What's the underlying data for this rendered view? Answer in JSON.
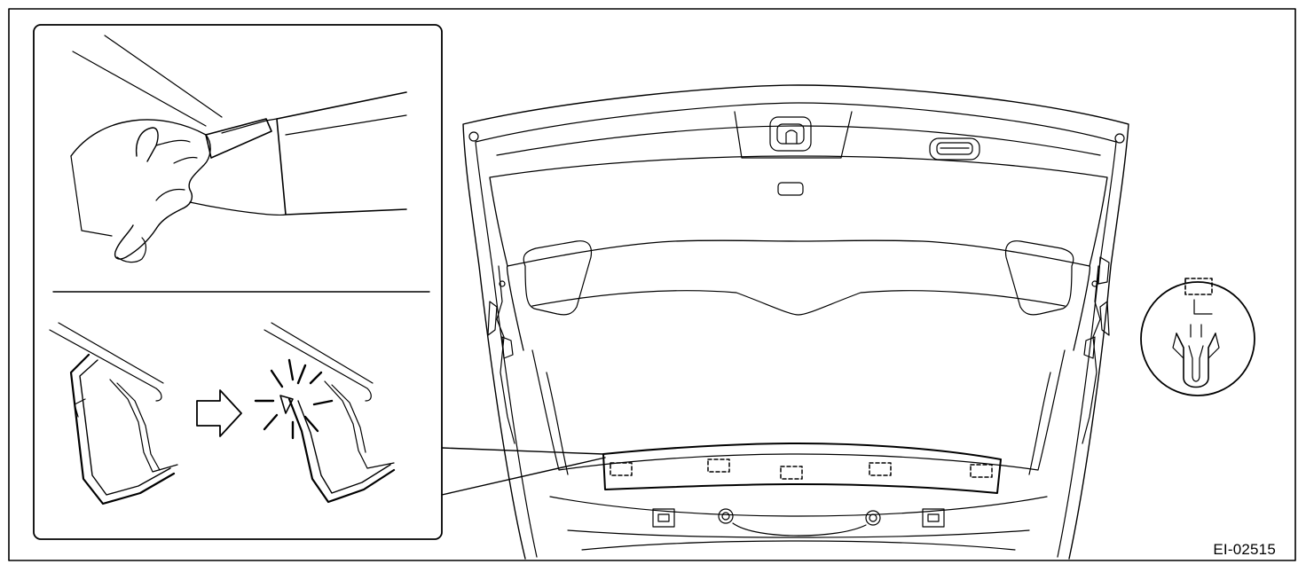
{
  "figure": {
    "reference_code": "EI-02515",
    "colors": {
      "line": "#000000",
      "background": "#ffffff",
      "fill": "#ffffff"
    },
    "panels": [
      "detail-panel-pull-trim",
      "detail-panel-clip-release",
      "tailgate-view",
      "clip-detail-circle"
    ],
    "clip_markers_on_trim": 5
  }
}
